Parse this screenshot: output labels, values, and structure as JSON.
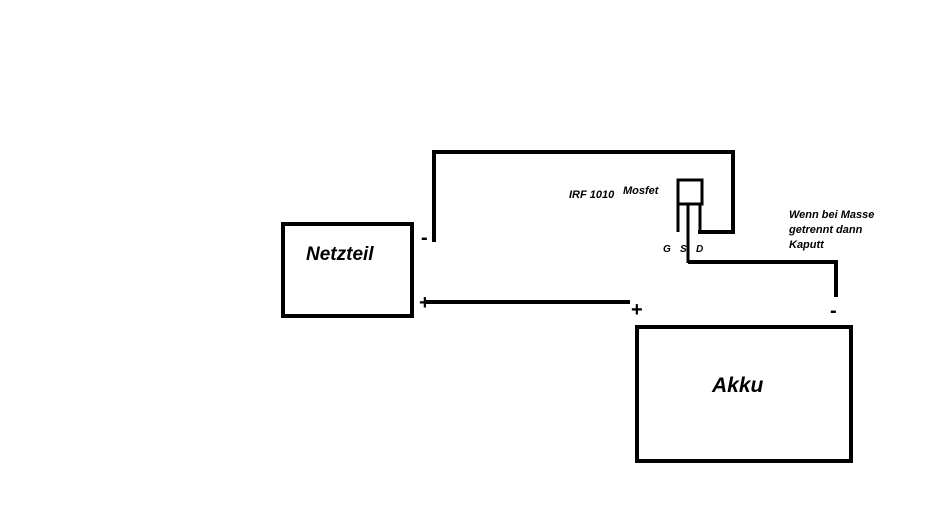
{
  "diagram": {
    "netzteil": {
      "label": "Netzteil",
      "minus": "-",
      "plus": "+"
    },
    "akku": {
      "label": "Akku",
      "minus": "-",
      "plus": "+"
    },
    "mosfet": {
      "part": "IRF 1010",
      "type": "Mosfet",
      "pin_g": "G",
      "pin_s": "S",
      "pin_d": "D"
    },
    "note": {
      "line1": "Wenn bei Masse",
      "line2": "getrennt dann",
      "line3": "Kaputt"
    }
  }
}
